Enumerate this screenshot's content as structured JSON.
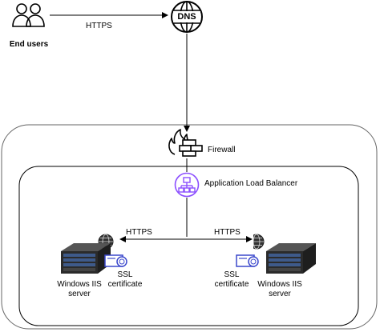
{
  "nodes": {
    "end_users": {
      "label": "End users",
      "icon": "users-icon"
    },
    "dns": {
      "label": "DNS",
      "icon": "dns-globe-icon"
    },
    "firewall": {
      "label": "Firewall",
      "icon": "firewall-icon"
    },
    "load_balancer": {
      "label": "Application Load Balancer",
      "icon": "load-balancer-icon"
    },
    "server_left": {
      "label_line1": "Windows IIS",
      "label_line2": "server",
      "icon": "server-icon"
    },
    "server_right": {
      "label_line1": "Windows IIS",
      "label_line2": "server",
      "icon": "server-icon"
    },
    "cert_left": {
      "label_line1": "SSL",
      "label_line2": "certificate",
      "icon": "certificate-icon"
    },
    "cert_right": {
      "label_line1": "SSL",
      "label_line2": "certificate",
      "icon": "certificate-icon"
    }
  },
  "edges": {
    "users_to_dns": "HTTPS",
    "alb_to_left": "HTTPS",
    "alb_to_right": "HTTPS"
  },
  "colors": {
    "line": "#000000",
    "load_balancer_accent": "#8c4fff",
    "certificate_accent": "#3b48cc",
    "server_dark": "#2b2b2b",
    "server_blue": "#3e5a8a"
  }
}
